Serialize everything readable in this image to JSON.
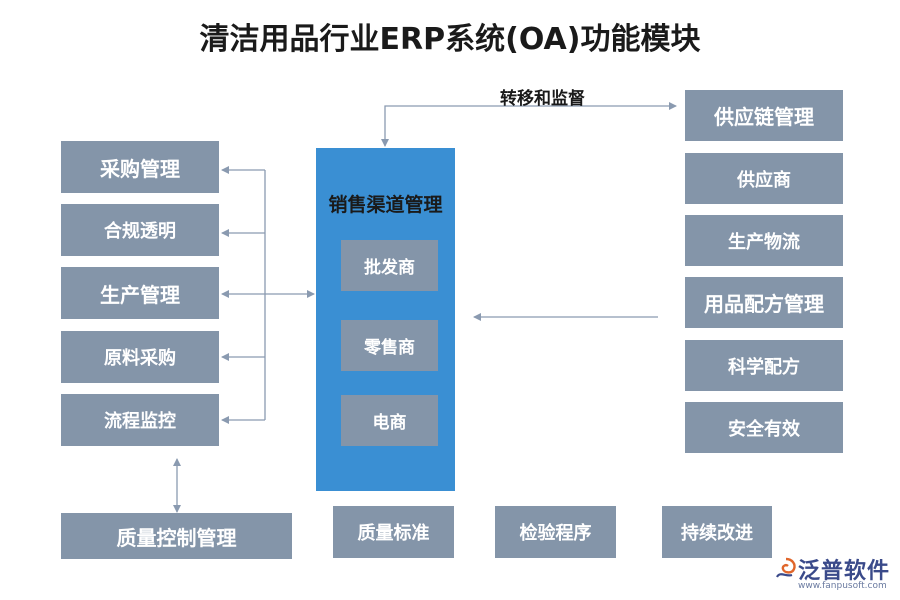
{
  "title": "清洁用品行业ERP系统(OA)功能模块",
  "top_link_label": "转移和监督",
  "center": {
    "title": "销售渠道管理",
    "items": [
      "批发商",
      "零售商",
      "电商"
    ]
  },
  "left_boxes": [
    "采购管理",
    "合规透明",
    "生产管理",
    "原料采购",
    "流程监控"
  ],
  "bottom_left": "质量控制管理",
  "bottom_boxes": [
    "质量标准",
    "检验程序",
    "持续改进"
  ],
  "right_boxes": [
    "供应链管理",
    "供应商",
    "生产物流",
    "用品配方管理",
    "科学配方",
    "安全有效"
  ],
  "logo": {
    "name": "泛普软件",
    "url": "www.fanpusoft.com"
  },
  "colors": {
    "box": "#8495a9",
    "center_panel": "#3a8fd3",
    "arrow": "#8a9ab0"
  }
}
